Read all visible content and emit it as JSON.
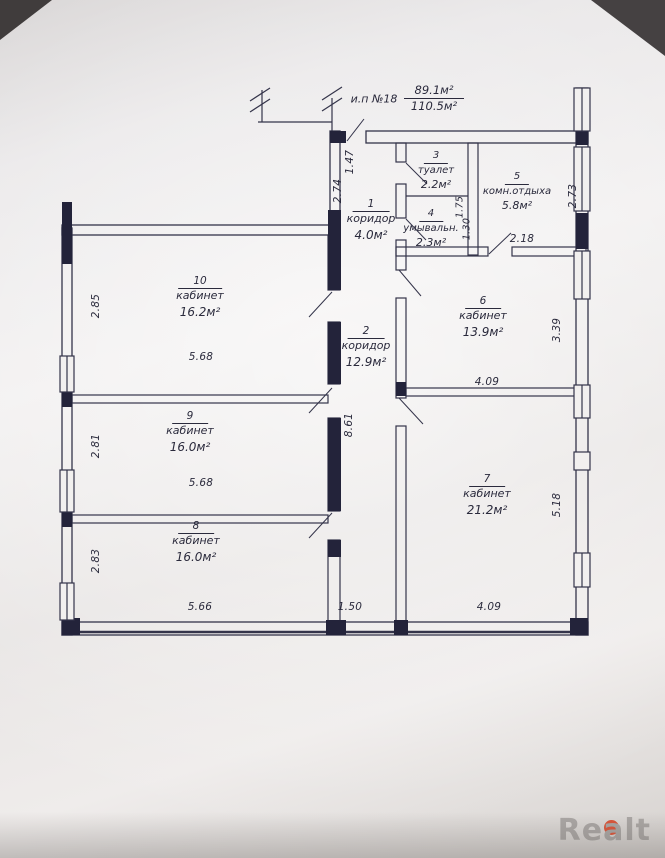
{
  "header": {
    "unit_label": "и.п №18",
    "area_numerator": "89.1м²",
    "area_denominator": "110.5м²"
  },
  "rooms": [
    {
      "num": "1",
      "name": "коридор",
      "area": "4.0м²"
    },
    {
      "num": "2",
      "name": "коридор",
      "area": "12.9м²"
    },
    {
      "num": "3",
      "name": "туалет",
      "area": "2.2м²"
    },
    {
      "num": "4",
      "name": "умывальн.",
      "area": "2.3м²"
    },
    {
      "num": "5",
      "name": "комн.отдыха",
      "area": "5.8м²"
    },
    {
      "num": "6",
      "name": "кабинет",
      "area": "13.9м²"
    },
    {
      "num": "7",
      "name": "кабинет",
      "area": "21.2м²"
    },
    {
      "num": "8",
      "name": "кабинет",
      "area": "16.0м²"
    },
    {
      "num": "9",
      "name": "кабинет",
      "area": "16.0м²"
    },
    {
      "num": "10",
      "name": "кабинет",
      "area": "16.2м²"
    }
  ],
  "dimensions": {
    "entry_width": "1.47",
    "entry_height": "2.74",
    "left_top": "2.85",
    "left_mid": "2.81",
    "left_bottom": "2.83",
    "room10_width": "5.68",
    "room9_width": "5.68",
    "room8_width": "5.66",
    "bottom_mid": "1.50",
    "bottom_right": "4.09",
    "room6_width": "4.09",
    "corridor_height": "8.61",
    "right_room6": "3.39",
    "right_room7": "5.18",
    "right_top": "2.73",
    "room5_width": "2.18",
    "room4_a": "1.75",
    "room4_b": "1.30"
  },
  "watermark": {
    "left": "Re",
    "mid": "a",
    "right": "lt"
  },
  "colors": {
    "ink": "#2a2a3c",
    "accent_red": "#dd4a2c",
    "watermark_gray": "#a7a3a1",
    "paper": "#ebe8e7"
  }
}
